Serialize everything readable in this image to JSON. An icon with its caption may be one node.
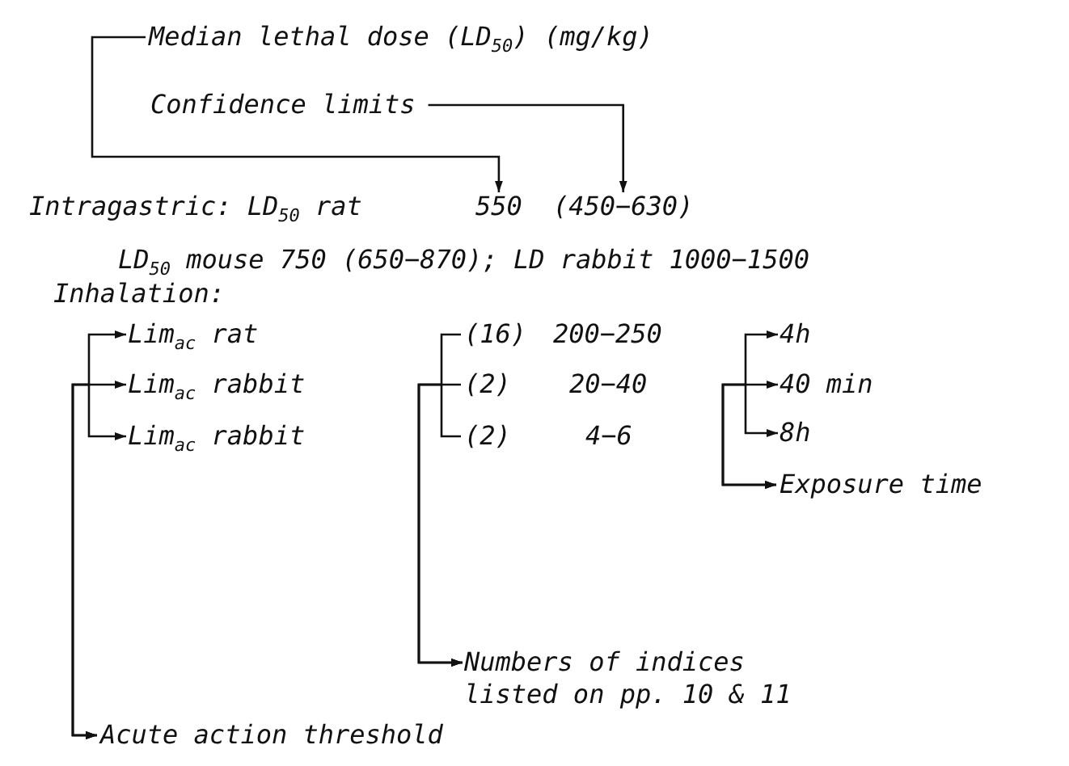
{
  "diagram": {
    "nodes": [
      {
        "text": [
          "Median lethal dose (LD$_{50}$) (mg/kg)"
        ]
      },
      {
        "text": [
          "Confidence limits"
        ]
      },
      {
        "text": [
          "550"
        ]
      },
      {
        "text": [
          "(450−630)"
        ]
      },
      {
        "text": [
          "Lim$_{ac}$ rat"
        ]
      },
      {
        "text": [
          "Lim$_{ac}$ rabbit"
        ]
      },
      {
        "text": [
          "Lim$_{ac}$ rabbit"
        ]
      },
      {
        "text": [
          "(16)"
        ]
      },
      {
        "text": [
          "(2)"
        ]
      },
      {
        "text": [
          "(2)"
        ]
      },
      {
        "text": [
          "4h"
        ]
      },
      {
        "text": [
          "40 min"
        ]
      },
      {
        "text": [
          "8h"
        ]
      },
      {
        "text": [
          "Exposure time"
        ]
      },
      {
        "text": [
          "Numbers of indices listed on pp. 10 & 11"
        ]
      },
      {
        "text": [
          "Acute action threshold"
        ]
      }
    ],
    "edges": [
      {
        "from": 0,
        "to": 2,
        "arrow": "to"
      },
      {
        "from": 1,
        "to": 3,
        "arrow": "to"
      },
      {
        "from": 15,
        "to": 4,
        "arrow": "both"
      },
      {
        "from": 15,
        "to": 5,
        "arrow": "both"
      },
      {
        "from": 15,
        "to": 6,
        "arrow": "both"
      },
      {
        "from": 7,
        "to": 14,
        "arrow": "to"
      },
      {
        "from": 8,
        "to": 14,
        "arrow": "to"
      },
      {
        "from": 9,
        "to": 14,
        "arrow": "to"
      },
      {
        "from": 13,
        "to": 10,
        "arrow": "both"
      },
      {
        "from": 13,
        "to": 11,
        "arrow": "both"
      },
      {
        "from": 13,
        "to": 12,
        "arrow": "both"
      }
    ],
    "labels": [
      "Intragastric: LD$_{50}$ rat",
      "LD$_{50}$ mouse 750 (650−870); LD rabbit 1000−1500",
      "Inhalation:",
      "200−250",
      "20−40",
      "4−6"
    ]
  }
}
